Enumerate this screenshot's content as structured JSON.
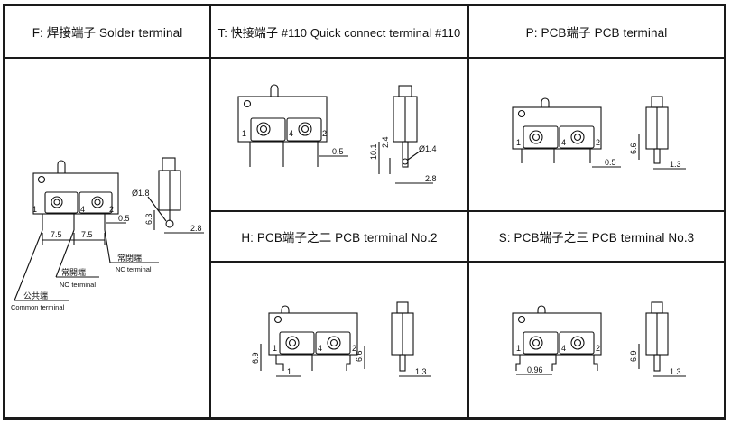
{
  "headers": {
    "f": "F: 焊接端子 Solder terminal",
    "t": "T: 快接端子 #110  Quick connect terminal #110",
    "p": "P: PCB端子   PCB terminal",
    "h": "H: PCB端子之二    PCB terminal No.2",
    "s": "S: PCB端子之三   PCB terminal No.3"
  },
  "pin_labels": {
    "p1": "1",
    "p4": "4",
    "p2": "2"
  },
  "f_dims": {
    "pitch_a": "7.5",
    "pitch_b": "7.5",
    "offset": "0.5",
    "hole": "Ø1.8",
    "height": "6.3",
    "depth": "2.8"
  },
  "f_callouts": {
    "nc_cn": "常閉端",
    "nc_en": "NC terminal",
    "no_cn": "常開端",
    "no_en": "NO terminal",
    "com_cn": "公共端",
    "com_en": "Common terminal"
  },
  "t_dims": {
    "offset": "0.5",
    "height_total": "10.1",
    "height_hole": "2.4",
    "hole": "Ø1.4",
    "depth": "2.8"
  },
  "p_dims": {
    "height": "6.6",
    "offset": "0.5",
    "depth": "1.3"
  },
  "h_dims": {
    "height_left": "6.9",
    "height_right": "6.6",
    "offset": "1",
    "depth": "1.3"
  },
  "s_dims": {
    "height": "6.9",
    "pitch": "0.96",
    "depth": "1.3"
  }
}
